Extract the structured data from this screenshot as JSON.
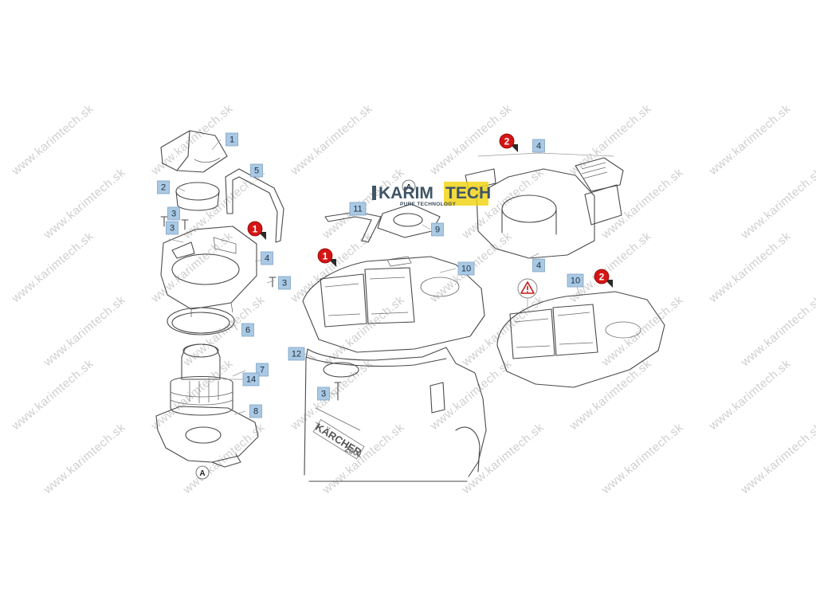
{
  "watermark": {
    "text": "www.karimtech.sk"
  },
  "logo": {
    "name_part1": "KARIM",
    "name_part2": "TECH",
    "tagline": "PURE TECHNOLOGY"
  },
  "product": {
    "brand": "KÄRCHER",
    "model": "2001"
  },
  "connection_label": "A",
  "callouts": [
    "1",
    "5",
    "2",
    "3",
    "3",
    "4",
    "3",
    "6",
    "7",
    "14",
    "8",
    "11",
    "9",
    "10",
    "12",
    "3",
    "4",
    "4",
    "10"
  ],
  "markers": [
    "1",
    "1",
    "2",
    "2"
  ],
  "colors": {
    "callout_fill": "#a9c9e4",
    "marker_red": "#d41515",
    "logo_dark": "#3f5567",
    "logo_accent": "#f2d51a"
  },
  "warning_icon": "warning-triangle-icon"
}
